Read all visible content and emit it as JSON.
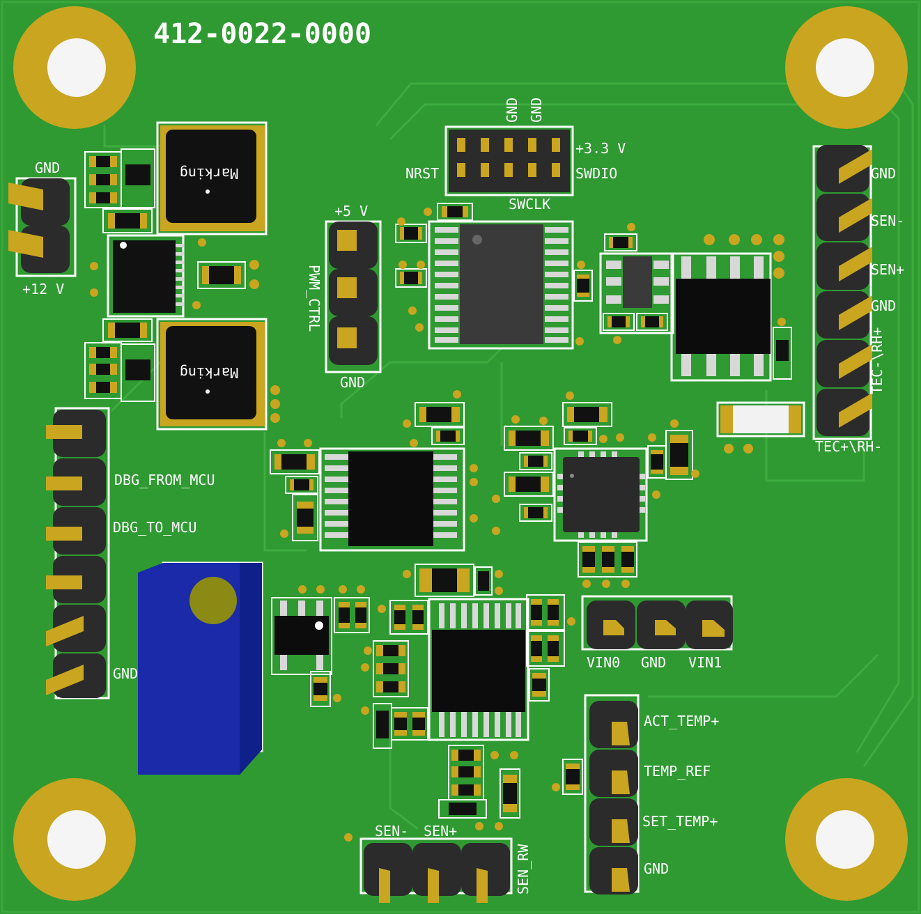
{
  "board": {
    "part_number": "412-0022-0000",
    "colors": {
      "pcb": "#2f9a32",
      "pcb_trace": "#3fae3f",
      "silkscreen": "#ffffff",
      "gold": "#c9a520",
      "header_body": "#2b2b2b",
      "chip": "#0c0c0c",
      "trimpot": "#1a2aa8"
    }
  },
  "inductors": {
    "marking": "Marking"
  },
  "labels": {
    "gnd_top_left": "GND",
    "v12": "+12 V",
    "v5": "+5 V",
    "pwm_ctrl": "PWM_CTRL",
    "gnd_pwm": "GND",
    "swd_gnd_1": "GND",
    "swd_gnd_2": "GND",
    "swd_3v3": "+3.3 V",
    "swd_nrst": "NRST",
    "swd_swdio": "SWDIO",
    "swd_swclk": "SWCLK",
    "right_gnd_1": "GND",
    "right_sen_minus": "SEN-",
    "right_sen_plus": "SEN+",
    "right_gnd_2": "GND",
    "right_tec_minus": "TEC-\\RH+",
    "right_tec_plus": "TEC+\\RH-",
    "dbg_from": "DBG_FROM_MCU",
    "dbg_to": "DBG_TO_MCU",
    "left_gnd": "GND",
    "vin0": "VIN0",
    "vin_gnd": "GND",
    "vin1": "VIN1",
    "act_temp": "ACT_TEMP+",
    "temp_ref": "TEMP_REF",
    "set_temp": "SET_TEMP+",
    "bottom_right_gnd": "GND",
    "sen_minus_bottom": "SEN-",
    "sen_plus_bottom": "SEN+",
    "sen_rw": "SEN_RW"
  }
}
